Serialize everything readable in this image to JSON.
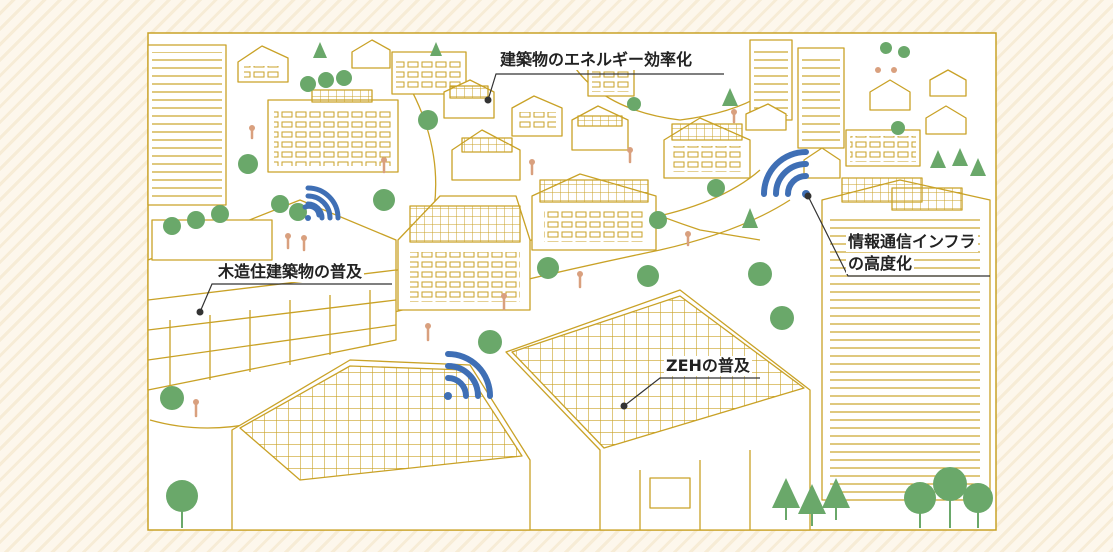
{
  "labels": {
    "efficiency": "建築物のエネルギー効率化",
    "infra_line1": "情報通信インフラ",
    "infra_line2": "の高度化",
    "wooden": "木造住建築物の普及",
    "zeh": "ZEHの普及"
  },
  "colors": {
    "outline": "#c9a227",
    "tree": "#6aa86a",
    "signal": "#3f6fb5",
    "person": "#d9a07e",
    "callout": "#333333"
  }
}
